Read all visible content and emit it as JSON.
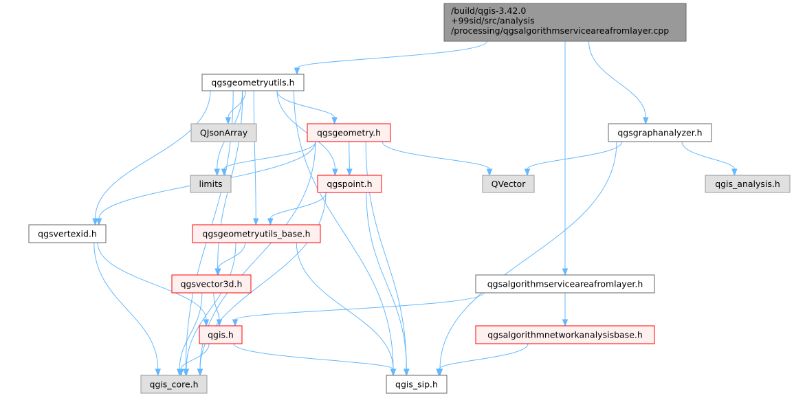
{
  "colors": {
    "edge": "#63b8ff",
    "root_fill": "#999999",
    "root_border": "#666666",
    "plain_fill": "#ffffff",
    "plain_border": "#666666",
    "external_fill": "#e0e0e0",
    "external_border": "#999999",
    "missing_fill": "#fff0f0",
    "missing_border": "#ff0000"
  },
  "nodes": [
    {
      "id": "root",
      "kind": "root",
      "lines": [
        "/build/qgis-3.42.0",
        "+99sid/src/analysis",
        "/processing/qgsalgorithmserviceareafromlayer.cpp"
      ]
    },
    {
      "id": "geometryutils",
      "kind": "plain",
      "lines": [
        "qgsgeometryutils.h"
      ]
    },
    {
      "id": "graphanalyzer",
      "kind": "plain",
      "lines": [
        "qgsgraphanalyzer.h"
      ]
    },
    {
      "id": "alg_servicearea",
      "kind": "plain",
      "lines": [
        "qgsalgorithmserviceareafromlayer.h"
      ]
    },
    {
      "id": "qjsonarray",
      "kind": "external",
      "lines": [
        "QJsonArray"
      ]
    },
    {
      "id": "geometry",
      "kind": "missing",
      "lines": [
        "qgsgeometry.h"
      ]
    },
    {
      "id": "limits",
      "kind": "external",
      "lines": [
        "limits"
      ]
    },
    {
      "id": "point",
      "kind": "missing",
      "lines": [
        "qgspoint.h"
      ]
    },
    {
      "id": "qvector",
      "kind": "external",
      "lines": [
        "QVector"
      ]
    },
    {
      "id": "qgis_analysis",
      "kind": "external",
      "lines": [
        "qgis_analysis.h"
      ]
    },
    {
      "id": "vertexid",
      "kind": "plain",
      "lines": [
        "qgsvertexid.h"
      ]
    },
    {
      "id": "geometryutils_base",
      "kind": "missing",
      "lines": [
        "qgsgeometryutils_base.h"
      ]
    },
    {
      "id": "vector3d",
      "kind": "missing",
      "lines": [
        "qgsvector3d.h"
      ]
    },
    {
      "id": "qgis",
      "kind": "missing",
      "lines": [
        "qgis.h"
      ]
    },
    {
      "id": "network_base",
      "kind": "missing",
      "lines": [
        "qgsalgorithmnetworkanalysisbase.h"
      ]
    },
    {
      "id": "qgis_core",
      "kind": "external",
      "lines": [
        "qgis_core.h"
      ]
    },
    {
      "id": "qgis_sip",
      "kind": "plain",
      "lines": [
        "qgis_sip.h"
      ]
    }
  ],
  "edges": [
    {
      "from": "root",
      "to": "geometryutils"
    },
    {
      "from": "root",
      "to": "alg_servicearea"
    },
    {
      "from": "root",
      "to": "graphanalyzer"
    },
    {
      "from": "geometryutils",
      "to": "qjsonarray"
    },
    {
      "from": "geometryutils",
      "to": "geometry"
    },
    {
      "from": "geometryutils",
      "to": "limits"
    },
    {
      "from": "geometryutils",
      "to": "point"
    },
    {
      "from": "geometryutils",
      "to": "vertexid"
    },
    {
      "from": "geometryutils",
      "to": "geometryutils_base"
    },
    {
      "from": "geometryutils",
      "to": "vector3d"
    },
    {
      "from": "geometryutils",
      "to": "qgis_core"
    },
    {
      "from": "geometryutils",
      "to": "qgis_sip"
    },
    {
      "from": "geometry",
      "to": "limits"
    },
    {
      "from": "geometry",
      "to": "point"
    },
    {
      "from": "geometry",
      "to": "qvector"
    },
    {
      "from": "geometry",
      "to": "vertexid"
    },
    {
      "from": "geometry",
      "to": "qgis_core"
    },
    {
      "from": "geometry",
      "to": "qgis_sip"
    },
    {
      "from": "point",
      "to": "geometryutils_base"
    },
    {
      "from": "point",
      "to": "qgis_core"
    },
    {
      "from": "point",
      "to": "qgis_sip"
    },
    {
      "from": "graphanalyzer",
      "to": "qvector"
    },
    {
      "from": "graphanalyzer",
      "to": "qgis_analysis"
    },
    {
      "from": "graphanalyzer",
      "to": "qgis_sip"
    },
    {
      "from": "vertexid",
      "to": "qgis"
    },
    {
      "from": "vertexid",
      "to": "qgis_core"
    },
    {
      "from": "geometryutils_base",
      "to": "vector3d"
    },
    {
      "from": "geometryutils_base",
      "to": "qgis_core"
    },
    {
      "from": "geometryutils_base",
      "to": "qgis_sip"
    },
    {
      "from": "vector3d",
      "to": "qgis"
    },
    {
      "from": "vector3d",
      "to": "qgis_core"
    },
    {
      "from": "qgis",
      "to": "qgis_core"
    },
    {
      "from": "qgis",
      "to": "qgis_sip"
    },
    {
      "from": "alg_servicearea",
      "to": "qgis"
    },
    {
      "from": "alg_servicearea",
      "to": "network_base"
    },
    {
      "from": "network_base",
      "to": "qgis_sip"
    }
  ]
}
